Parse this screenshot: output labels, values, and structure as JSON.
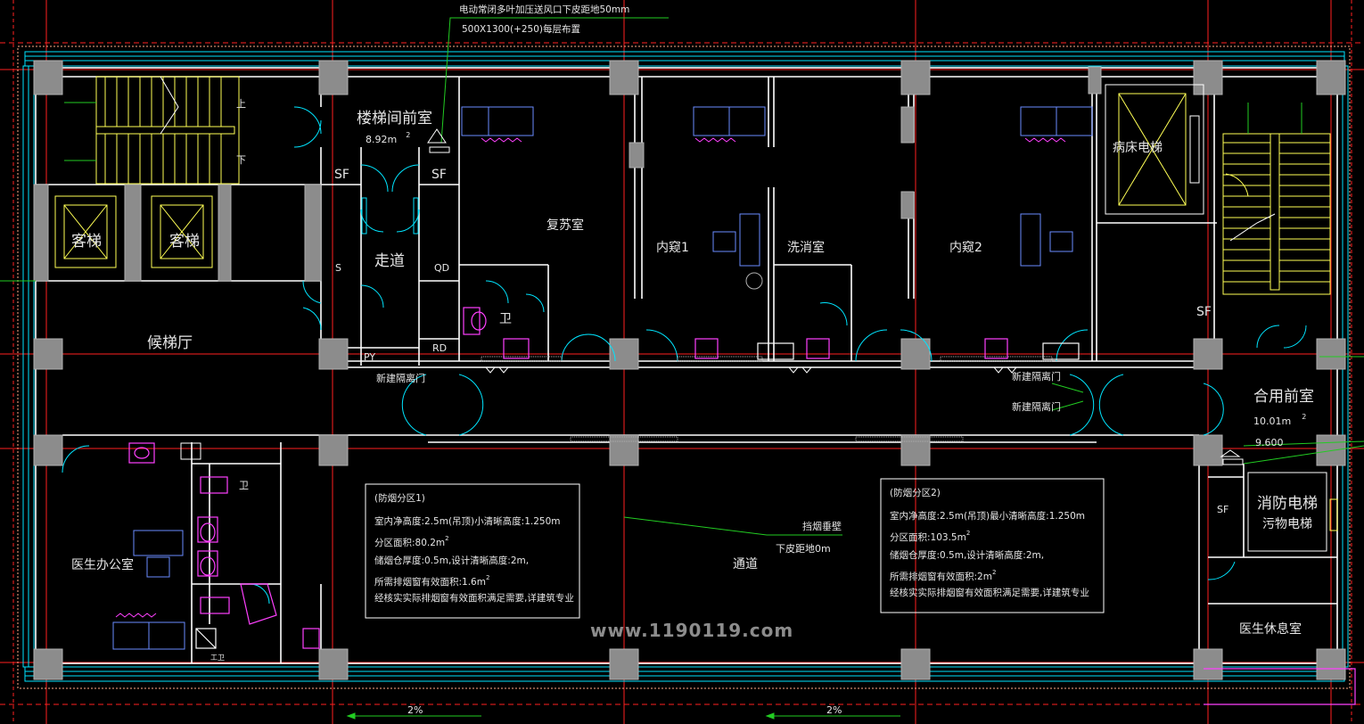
{
  "annotations": {
    "top_note_line1": "电动常闭多叶加压送风口下皮距地50mm",
    "top_note_line2": "500X1300(+250)每层布置",
    "smoke_wall": "挡烟垂壁",
    "smoke_wall_sub": "下皮距地0m",
    "slope_left": "2%",
    "slope_right": "2%",
    "elevation": "9.600"
  },
  "rooms": {
    "stair_front": "楼梯间前室",
    "stair_front_area": "8.92m",
    "stair_front_area_sup": "2",
    "stair_up": "上",
    "stair_down": "下",
    "elevator_1": "客梯",
    "elevator_2": "客梯",
    "corridor_small": "走道",
    "waiting_hall": "候梯厅",
    "recovery": "复苏室",
    "endoscopy_1": "内窥1",
    "washing": "洗消室",
    "endoscopy_2": "内窥2",
    "bed_elevator": "病床电梯",
    "shared_front": "合用前室",
    "shared_front_area": "10.01m",
    "shared_front_area_sup": "2",
    "fire_elevator": "消防电梯",
    "dirt_elevator": "污物电梯",
    "doctor_office": "医生办公室",
    "passage": "通道",
    "doctor_rest": "医生休息室",
    "wc": "卫",
    "toilet_label": "卫",
    "wc_bottom": "工卫"
  },
  "tags": {
    "sf_1": "SF",
    "sf_2": "SF",
    "sf_3": "SF",
    "sf_4": "SF",
    "s": "S",
    "qd": "QD",
    "rd": "RD",
    "py": "PY"
  },
  "doors": {
    "new_door_1": "新建隔离门",
    "new_door_2": "新建隔离门",
    "new_door_3": "新建隔离门"
  },
  "zone1": {
    "title": "(防烟分区1)",
    "line1": "室内净高度:2.5m(吊顶)小清晰高度:1.250m",
    "line2": "分区面积:80.2m",
    "line2_sup": "2",
    "line3": "储烟仓厚度:0.5m,设计清晰高度:2m,",
    "line4": "所需排烟窗有效面积:1.6m",
    "line4_sup": "2",
    "line5": "经核实实际排烟窗有效面积满足需要,详建筑专业"
  },
  "zone2": {
    "title": "(防烟分区2)",
    "line1": "室内净高度:2.5m(吊顶)最小清晰高度:1.250m",
    "line2": "分区面积:103.5m",
    "line2_sup": "2",
    "line3": "储烟仓厚度:0.5m,设计清晰高度:2m,",
    "line4": "所需排烟窗有效面积:2m",
    "line4_sup": "2",
    "line5": "经核实实际排烟窗有效面积满足需要,详建筑专业"
  },
  "watermark": "www.1190119.com",
  "colors": {
    "background": "#000000",
    "wall": "#ffffff",
    "column": "#8c8c8c",
    "grid": "#ff2020",
    "window": "#00e5ff",
    "fixture": "#ff40ff",
    "leader": "#22cc22",
    "furniture": "#6a8cff",
    "stair": "#ffff55"
  }
}
